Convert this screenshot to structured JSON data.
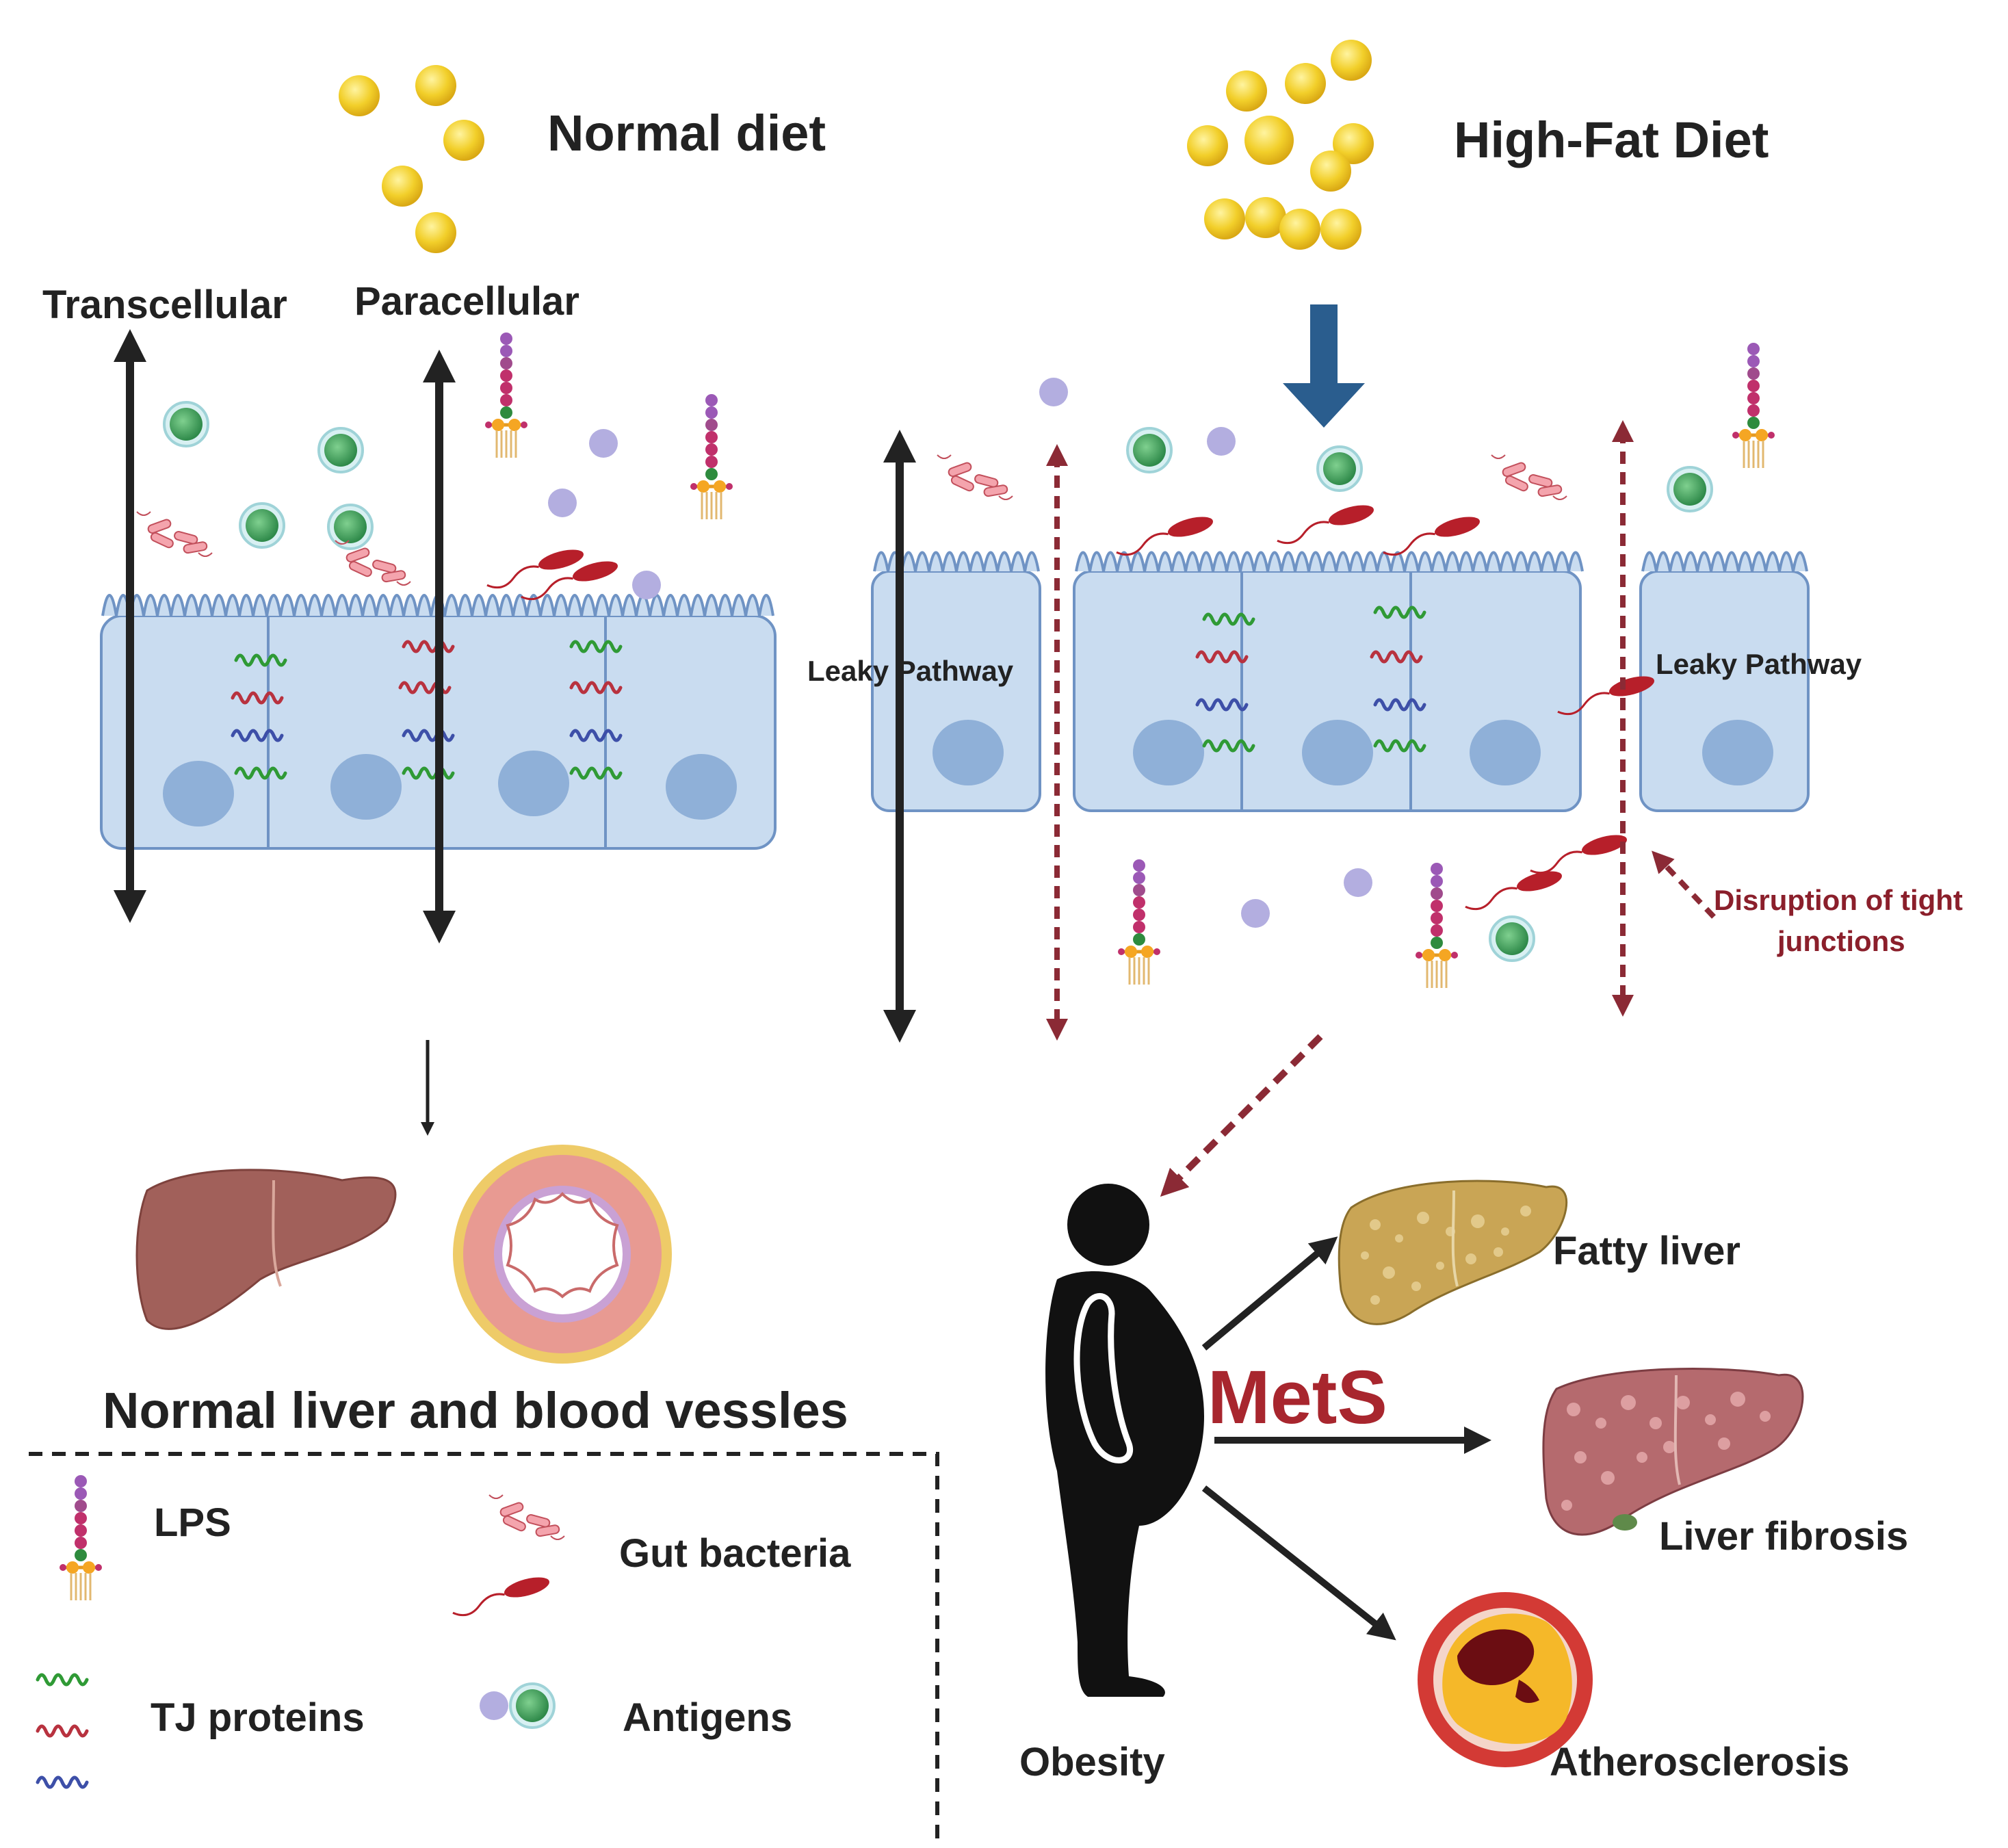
{
  "labels": {
    "normal_diet": "Normal diet",
    "high_fat_diet": "High-Fat Diet",
    "transcellular": "Transcellular",
    "paracellular": "Paracellular",
    "leaky_pathway_left": "Leaky Pathway",
    "leaky_pathway_right": "Leaky Pathway",
    "disruption_line1": "Disruption of tight",
    "disruption_line2": "junctions",
    "normal_organs": "Normal liver and blood vessles",
    "mets": "MetS",
    "obesity": "Obesity",
    "fatty_liver": "Fatty liver",
    "liver_fibrosis": "Liver fibrosis",
    "atherosclerosis": "Atherosclerosis"
  },
  "legend": {
    "lps": "LPS",
    "gut_bacteria": "Gut bacteria",
    "tj_proteins": "TJ proteins",
    "antigens": "Antigens"
  },
  "colors": {
    "fat_droplet": "#f2cf2a",
    "cell_fill": "#c9dcf0",
    "cell_stroke": "#6f93c4",
    "nucleus": "#8fb0d8",
    "tj_green": "#2f9a35",
    "tj_red": "#b8323f",
    "tj_blue": "#3d4fa8",
    "bacteria": "#b71f2a",
    "antigen_green": "#3f9f5a",
    "antigen_purple": "#b3aee0",
    "hfd_arrow": "#2a5d8e",
    "leak_arrow": "#8b2a35",
    "mets_text": "#a8262e",
    "liver_normal": "#a1605a",
    "liver_fatty": "#c9a555",
    "liver_fibrosis": "#b56a6e",
    "vessel": "#e89a92"
  }
}
